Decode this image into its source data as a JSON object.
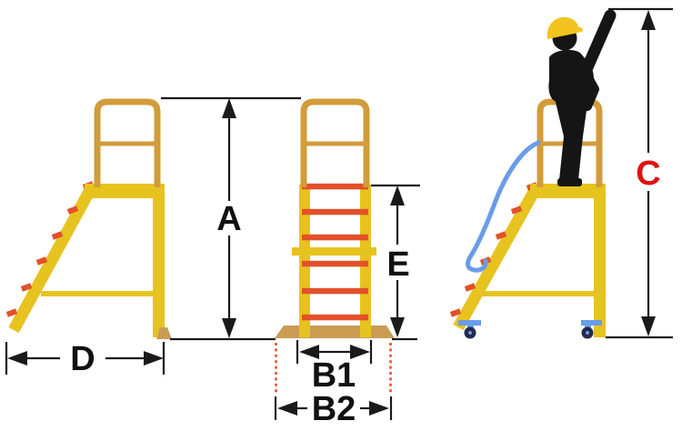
{
  "figure": {
    "type": "technical-dimension-diagram",
    "subject": "platform-step-ladder-with-worker",
    "views": [
      {
        "name": "side-view-ladder",
        "dimension_labels": [
          "D"
        ]
      },
      {
        "name": "front-view-ladder",
        "dimension_labels": [
          "A",
          "E",
          "B1",
          "B2"
        ]
      },
      {
        "name": "side-view-ladder-with-worker",
        "dimension_labels": [
          "C"
        ]
      }
    ]
  },
  "dimensions": {
    "a": {
      "label": "A",
      "color": "#111111"
    },
    "b1": {
      "label": "B1",
      "color": "#111111"
    },
    "b2": {
      "label": "B2",
      "color": "#111111"
    },
    "c": {
      "label": "C",
      "color": "#DE1414"
    },
    "d": {
      "label": "D",
      "color": "#111111"
    },
    "e": {
      "label": "E",
      "color": "#111111"
    }
  },
  "colors": {
    "background": "#FFFFFF",
    "ladder_yellow": "#E7C31F",
    "rail_gold": "#D29C3A",
    "step_red": "#E2512B",
    "base_tan": "#C99C52",
    "handrail_blue": "#6A9DE8",
    "wheel_navy": "#232A4D",
    "figure_black": "#151515",
    "hat_yellow": "#F2C31E",
    "dim_line": "#1A1A1A"
  }
}
